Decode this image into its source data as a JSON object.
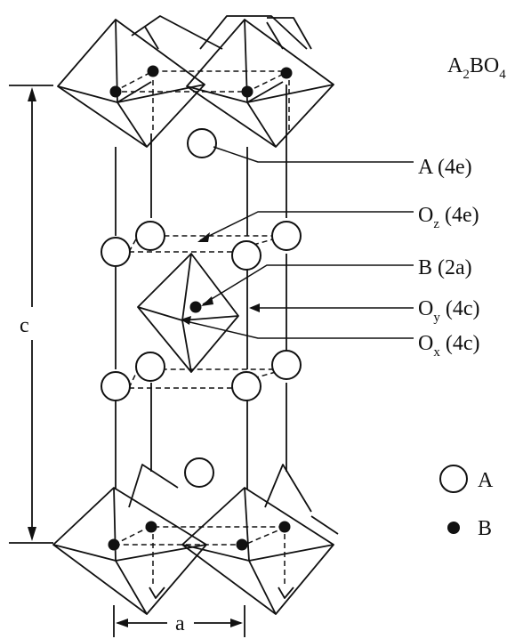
{
  "diagram": {
    "formula": {
      "parts": [
        "A",
        "2",
        "BO",
        "4"
      ]
    },
    "site_labels": [
      {
        "parts": [
          "A (4e)"
        ]
      },
      {
        "parts": [
          "O",
          "z",
          " (4e)"
        ]
      },
      {
        "parts": [
          "B (2a)"
        ]
      },
      {
        "parts": [
          "O",
          "y",
          " (4c)"
        ]
      },
      {
        "parts": [
          "O",
          "x",
          " (4c)"
        ]
      }
    ],
    "axis_labels": {
      "c": "c",
      "a": "a"
    },
    "legend": [
      {
        "symbol": "open-circle",
        "label": "A"
      },
      {
        "symbol": "filled-dot",
        "label": "B"
      }
    ],
    "colors": {
      "ink": "#111111",
      "background": "#ffffff"
    }
  }
}
